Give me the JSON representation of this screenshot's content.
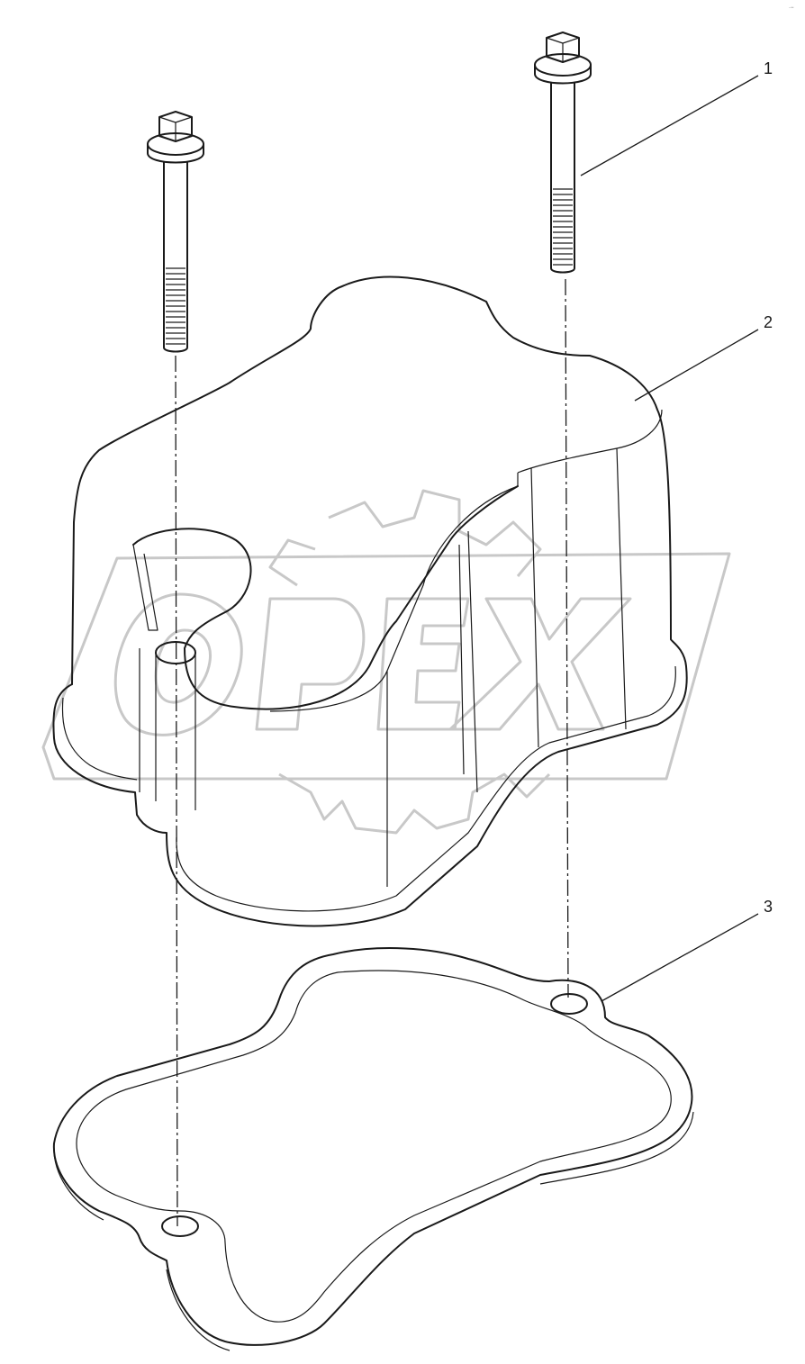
{
  "callouts": [
    {
      "id": "1"
    },
    {
      "id": "2"
    },
    {
      "id": "3"
    }
  ],
  "watermark": {
    "text": "OPEX",
    "color": "#c8c8c8"
  },
  "corner_mark": "·−"
}
